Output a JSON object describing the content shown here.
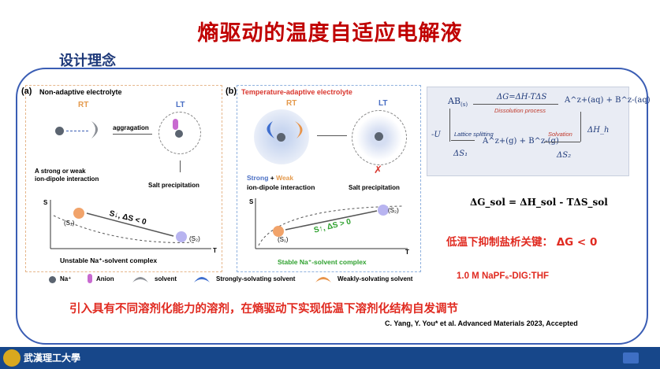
{
  "title": "熵驱动的温度自适应电解液",
  "subtitle": "设计理念",
  "panel_a": {
    "tag": "(a)",
    "heading": "Non-adaptive electrolyte",
    "rt": "RT",
    "lt": "LT",
    "aggregation": "aggragation",
    "interaction": "A strong or weak\nion-dipole interaction",
    "salt": "Salt precipitation",
    "s_axis": "S",
    "t_axis": "T",
    "s1": "(S₁)",
    "s2": "(S₂)",
    "delta": "S↓, ΔS < 0",
    "caption": "Unstable Na⁺-solvent complex"
  },
  "panel_b": {
    "tag": "(b)",
    "heading": "Temperature-adaptive electrolyte",
    "rt": "RT",
    "lt": "LT",
    "strong": "Strong",
    "plus": " + ",
    "weak": "Weak",
    "interaction": "ion-dipole interaction",
    "salt": "Salt precipitation",
    "s_axis": "S",
    "t_axis": "T",
    "s1": "(S₁)",
    "s2": "(S₂)",
    "delta": "S↑, ΔS > 0",
    "caption": "Stable Na⁺-solvent complex"
  },
  "legend": {
    "na": "Na⁺",
    "anion": "Anion",
    "solvent": "solvent",
    "strong_solv": "Strongly-solvating solvent",
    "weak_solv": "Weakly-solvating solvent"
  },
  "cycle": {
    "ab": "AB",
    "ab_sub": "(s)",
    "dg": "ΔG=ΔH-TΔS",
    "dissolution": "Dissolution process",
    "products": "A^z+(aq) + B^z-(aq)",
    "minus_u": "-U",
    "lattice": "Lattice splitting",
    "gas": "A^z+(g) + B^z-(g)",
    "solvation": "Solvation",
    "ds1": "ΔS₁",
    "ds2": "ΔS₂",
    "dhh": "ΔH_h"
  },
  "equation": "ΔG_sol = ΔH_sol - TΔS_sol",
  "key_text": "低温下抑制盐析关键： ΔG < 0",
  "formula": "1.0 M NaPF₆-DIG:THF",
  "bottom_text": "引入具有不同溶剂化能力的溶剂，在熵驱动下实现低温下溶剂化结构自发调节",
  "citation": "C. Yang, Y. You* et al. Advanced Materials 2023, Accepted",
  "footer_logo_text": "武漢理工大學",
  "colors": {
    "title": "#c00000",
    "footer": "#17478a",
    "frame": "#3a5db4"
  }
}
